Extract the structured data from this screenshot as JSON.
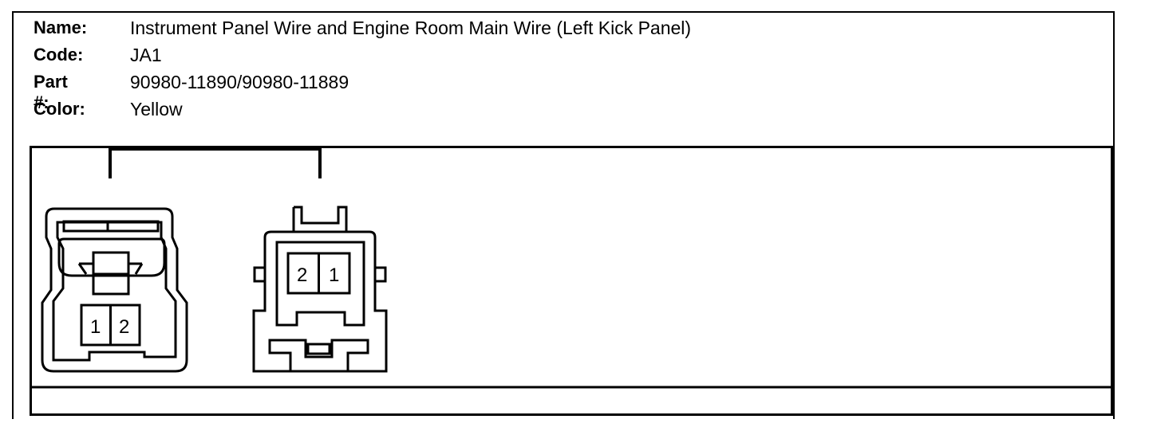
{
  "header": {
    "name_label": "Name:",
    "name_value": "Instrument Panel Wire and Engine Room Main Wire (Left Kick Panel)",
    "code_label": "Code:",
    "code_value": "JA1",
    "part_label": "Part #:",
    "part_value": "90980-11890/90980-11889",
    "color_label": "Color:",
    "color_value": "Yellow"
  },
  "connectors": {
    "left": {
      "pins": [
        "1",
        "2"
      ]
    },
    "right": {
      "pins": [
        "2",
        "1"
      ]
    }
  }
}
